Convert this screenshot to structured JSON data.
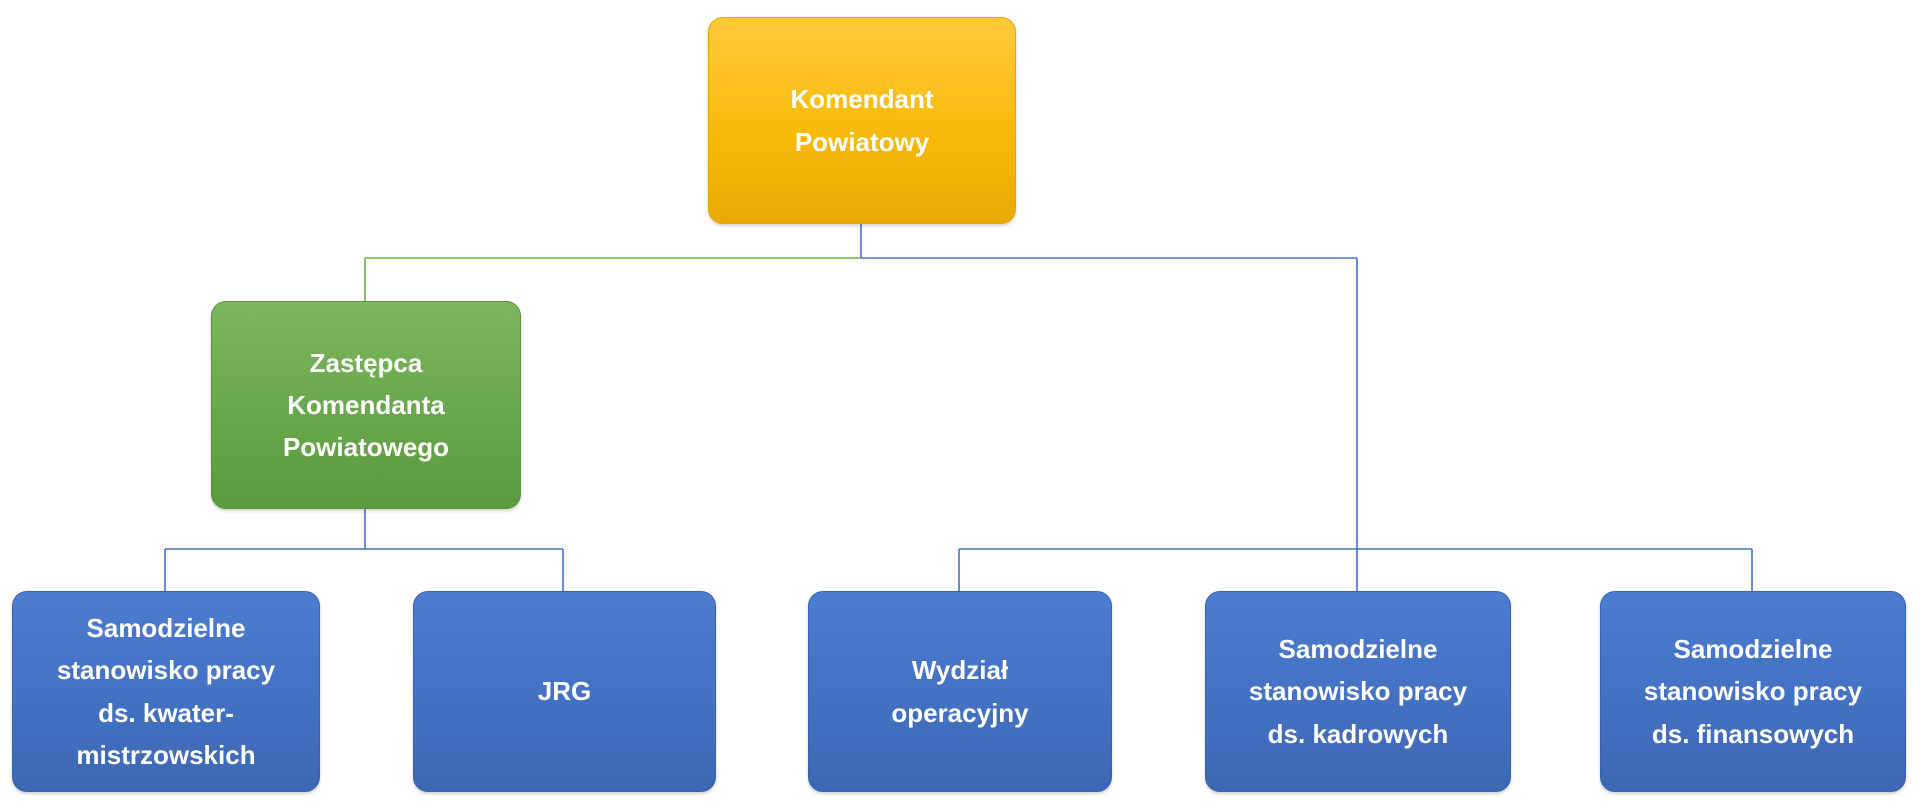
{
  "org_chart": {
    "nodes": [
      {
        "id": "komendant-powiatowy",
        "label": "Komendant\nPowiatowy",
        "level": 1,
        "color": "#F5B800"
      },
      {
        "id": "zastepca-komendanta",
        "label": "Zastępca\nKomendanta\nPowiatowego",
        "level": 2,
        "color": "#6AA84E"
      },
      {
        "id": "kwatermistrzowskie",
        "label": "Samodzielne\nstanowisko pracy\nds. kwater-\nmistrzowskich",
        "level": 3,
        "color": "#4472C4"
      },
      {
        "id": "jrg",
        "label": "JRG",
        "level": 3,
        "color": "#4472C4"
      },
      {
        "id": "wydzial-operacyjny",
        "label": "Wydział\noperacyjny",
        "level": 3,
        "color": "#4472C4"
      },
      {
        "id": "kadrowe",
        "label": "Samodzielne\nstanowisko pracy\nds. kadrowych",
        "level": 3,
        "color": "#4472C4"
      },
      {
        "id": "finansowe",
        "label": "Samodzielne\nstanowisko pracy\nds. finansowych",
        "level": 3,
        "color": "#4472C4"
      }
    ],
    "colors": {
      "gold_node": "#F5B800",
      "green_node": "#6AA84E",
      "blue_node": "#4472C4",
      "connector_blue": "#4472C4",
      "connector_green": "#70AD47",
      "text": "#FFFFFF",
      "background": "#FFFFFF"
    }
  }
}
